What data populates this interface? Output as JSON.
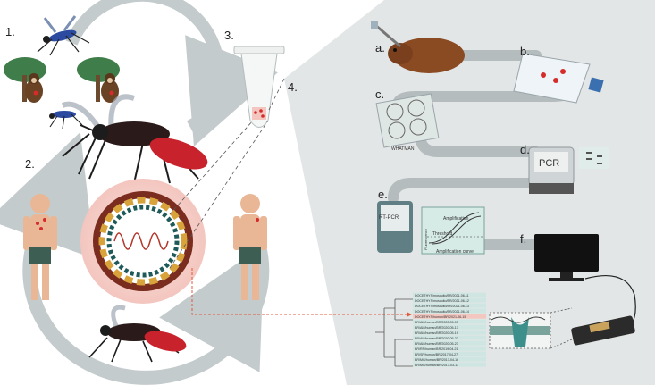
{
  "steps": {
    "s1": "1.",
    "s2": "2.",
    "s3": "3.",
    "s4": "4.",
    "a": "a.",
    "b": "b.",
    "c": "c.",
    "d": "d.",
    "e": "e.",
    "f": "f."
  },
  "equipment": {
    "whatman": "WHATMAN",
    "pcr": "PCR",
    "rtpcr": "RT-PCR"
  },
  "curve": {
    "amplification": "Amplification",
    "threshold": "Threshold",
    "fluorescence": "Fluorescence",
    "xlabel": "Amplification curve"
  },
  "colors": {
    "panel": "#e3e6e6",
    "pipe": "#b5bcbd",
    "arrow": "#c4cbcc",
    "mosquito_red": "#c8232c",
    "teal": "#3d8f8c",
    "dashed_arrow": "#e05a3a"
  },
  "tree_labels": [
    "DOCETHYS/mosquito/BR/2021-06-11",
    "DOCETHYS/mosquito/BR/2021-06-12",
    "DOCETHYS/mosquito/BR/2021-06-13",
    "DOCETHYS/mosquito/BR/2021-06-14",
    "DOCETHYS/human/BR/2021-06-15",
    "BR/AM/human/BR/2020-05-03",
    "BR/AM/human/BR/2020-05-17",
    "BR/AM/human/BR/2020-05-19",
    "BR/AM/human/BR/2020-05-22",
    "BR/AM/human/BR/2020-05-27",
    "BR/RR/human/BR/2019-04-21",
    "BR/SP/human/BR/2017-04-27",
    "BR/MG/human/BR/2017-04-16",
    "BR/MG/human/BR/2017-03-13"
  ]
}
